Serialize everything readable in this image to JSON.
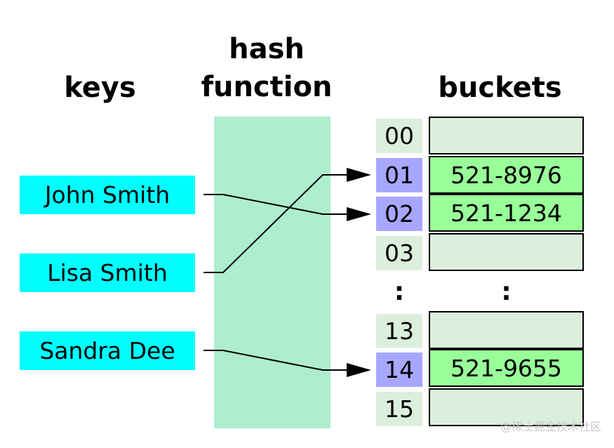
{
  "headings": {
    "keys": "keys",
    "hash_function_line1": "hash",
    "hash_function_line2": "function",
    "buckets": "buckets"
  },
  "keys": [
    "John Smith",
    "Lisa Smith",
    "Sandra Dee"
  ],
  "indices": [
    {
      "label": "00",
      "highlighted": false,
      "value": ""
    },
    {
      "label": "01",
      "highlighted": true,
      "value": "521-8976"
    },
    {
      "label": "02",
      "highlighted": true,
      "value": "521-1234"
    },
    {
      "label": "03",
      "highlighted": false,
      "value": ""
    },
    {
      "label": "13",
      "highlighted": false,
      "value": ""
    },
    {
      "label": "14",
      "highlighted": true,
      "value": "521-9655"
    },
    {
      "label": "15",
      "highlighted": false,
      "value": ""
    }
  ],
  "ellipsis": ":",
  "mappings": [
    {
      "key": "John Smith",
      "index": "02"
    },
    {
      "key": "Lisa Smith",
      "index": "01"
    },
    {
      "key": "Sandra Dee",
      "index": "14"
    }
  ],
  "colors": {
    "key_fill": "#00ffff",
    "hash_fill": "#aeedce",
    "index_fill": "#dcefdc",
    "index_highlight": "#a7a7ff",
    "bucket_empty": "#dcefdc",
    "bucket_filled": "#99ff99"
  },
  "watermark": "@稀土掘金技术社区"
}
